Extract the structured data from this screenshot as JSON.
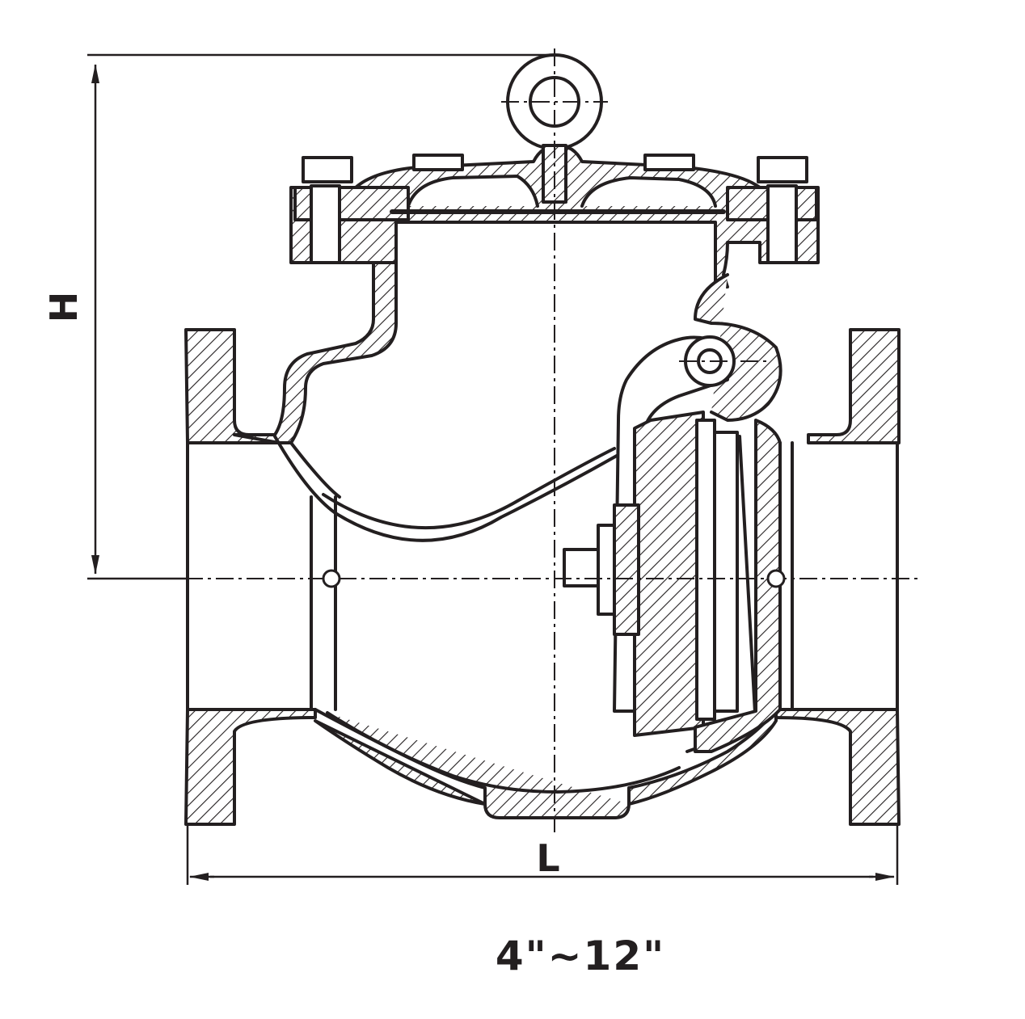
{
  "labels": {
    "height_dim": "H",
    "length_dim": "L",
    "size_range": "4\"~12\""
  },
  "colors": {
    "ink": "#231f20",
    "paper": "#ffffff"
  }
}
